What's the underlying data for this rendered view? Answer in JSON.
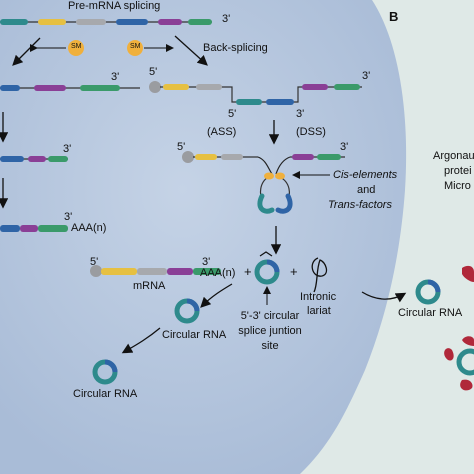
{
  "panel_b_label": "B",
  "pre_mrna_title": "Pre-mRNA splicing",
  "sm_label": "SM",
  "back_splicing": "Back-splicing",
  "five_prime": "5'",
  "three_prime": "3'",
  "ass": "(ASS)",
  "dss": "(DSS)",
  "cis_elements": "Cis-elements",
  "and_word": "and",
  "trans_factors": "Trans-factors",
  "poly_a_left": "AAA(n)",
  "poly_a_mid": "AAA(n)",
  "mrna": "mRNA",
  "plus": "+",
  "intronic": "Intronic",
  "lariat": "lariat",
  "junction_1": "5'-3' circular",
  "junction_2": "splice juntion",
  "junction_3": "site",
  "circular_rna_1": "Circular RNA",
  "circular_rna_2": "Circular RNA",
  "circular_rna_3": "Circular RNA",
  "argonaute": "Argonau",
  "protein": "protei",
  "micro": "Micro",
  "colors": {
    "cell": "#b7c8df",
    "background": "#dfe9e7",
    "exon_yellow": "#e6c042",
    "exon_gray": "#a7a9ad",
    "exon_teal": "#2e8a8c",
    "exon_blue": "#2f64a6",
    "exon_purple": "#8a3f96",
    "exon_green": "#3a9a6a",
    "sm_orange": "#f0b03c",
    "argonaute_red": "#b0283a"
  }
}
